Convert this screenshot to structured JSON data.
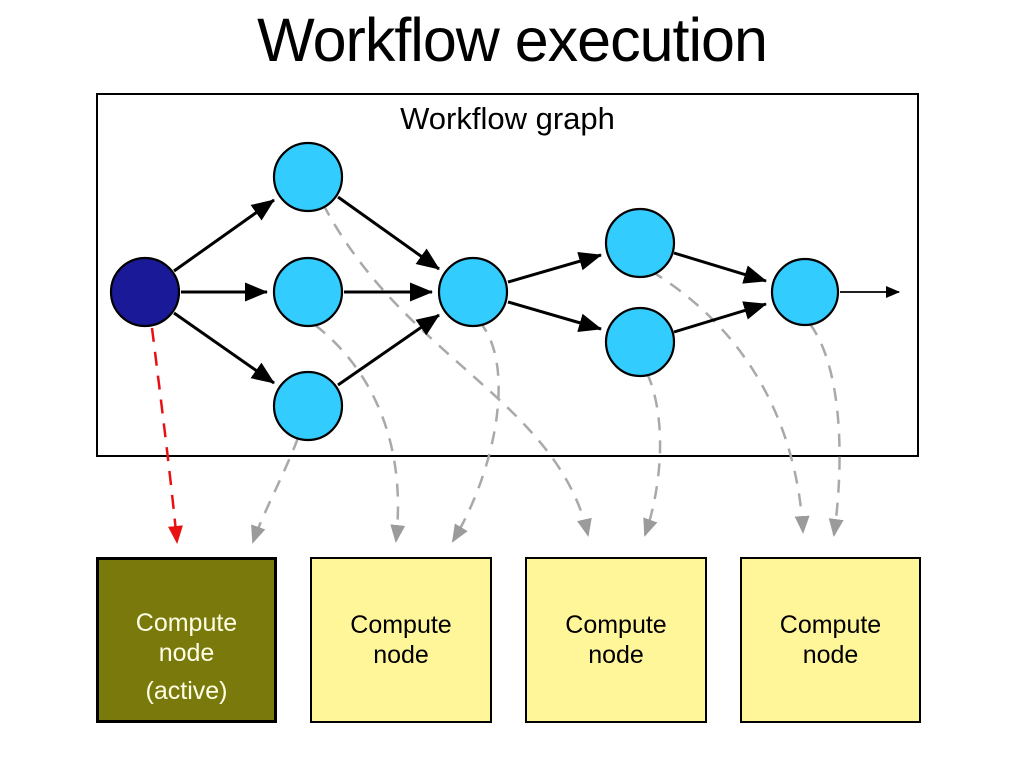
{
  "title": "Workflow execution",
  "graph": {
    "label": "Workflow graph",
    "nodes": [
      {
        "id": "start",
        "type": "source-active"
      },
      {
        "id": "t1",
        "type": "task"
      },
      {
        "id": "t2",
        "type": "task"
      },
      {
        "id": "t3",
        "type": "task"
      },
      {
        "id": "t4",
        "type": "task"
      },
      {
        "id": "t5",
        "type": "task"
      },
      {
        "id": "t6",
        "type": "task"
      },
      {
        "id": "t7",
        "type": "task"
      }
    ],
    "edges": [
      [
        "start",
        "t1"
      ],
      [
        "start",
        "t2"
      ],
      [
        "start",
        "t3"
      ],
      [
        "t1",
        "t4"
      ],
      [
        "t2",
        "t4"
      ],
      [
        "t3",
        "t4"
      ],
      [
        "t4",
        "t5"
      ],
      [
        "t4",
        "t6"
      ],
      [
        "t5",
        "t7"
      ],
      [
        "t6",
        "t7"
      ],
      [
        "t7",
        "out"
      ]
    ],
    "mappings": [
      {
        "from": "start",
        "to": "compute-node-1",
        "style": "active-red-dashed"
      },
      {
        "from": "t3",
        "to": "compute-node-1",
        "style": "gray-dashed"
      },
      {
        "from": "t2",
        "to": "compute-node-2",
        "style": "gray-dashed"
      },
      {
        "from": "t4",
        "to": "compute-node-2",
        "style": "gray-dashed"
      },
      {
        "from": "t1",
        "to": "compute-node-3",
        "style": "gray-dashed"
      },
      {
        "from": "t6",
        "to": "compute-node-3",
        "style": "gray-dashed"
      },
      {
        "from": "t5",
        "to": "compute-node-4",
        "style": "gray-dashed"
      },
      {
        "from": "t7",
        "to": "compute-node-4",
        "style": "gray-dashed"
      }
    ]
  },
  "compute_nodes": [
    {
      "label": "Compute node",
      "status": "(active)",
      "active": true
    },
    {
      "label": "Compute node",
      "active": false
    },
    {
      "label": "Compute node",
      "active": false
    },
    {
      "label": "Compute node",
      "active": false
    }
  ],
  "colors": {
    "source_node": "#1A1A99",
    "task_node": "#33CCFF",
    "node_border": "#000000",
    "edge": "#000000",
    "mapping_line": "#A9A9A9",
    "active_mapping_line": "#E81111",
    "active_box": "#7A7A0C",
    "active_box_text": "#FFFFE8",
    "idle_box": "#FFF599"
  }
}
